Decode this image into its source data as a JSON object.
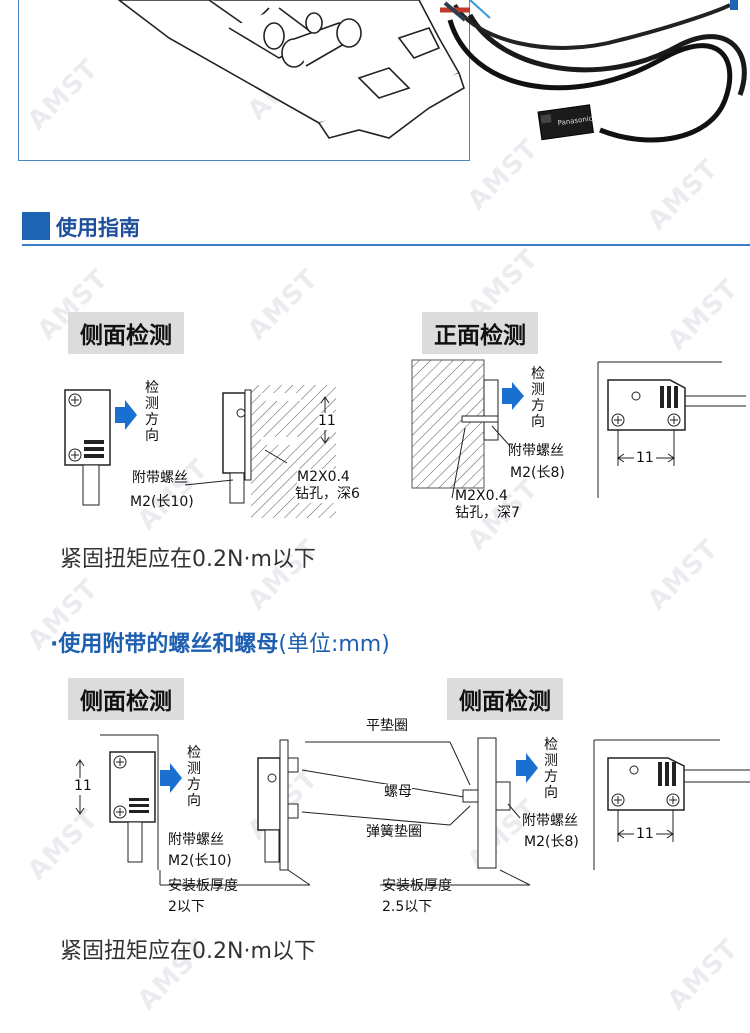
{
  "section": {
    "title": "使用指南"
  },
  "top_diagram": {
    "device_brand": "Panasonic"
  },
  "side_detect": {
    "tag": "侧面检测",
    "direction_label": [
      "检",
      "测",
      "方",
      "向"
    ],
    "screw_label": "附带螺丝",
    "screw_size": "M2(长10)",
    "dimension": "11",
    "hole_label_1": "M2X0.4",
    "hole_label_2": "钻孔，深6"
  },
  "front_detect": {
    "tag": "正面检测",
    "direction_label": [
      "检",
      "测",
      "方",
      "向"
    ],
    "screw_label": "附带螺丝",
    "screw_size": "M2(长8)",
    "hole_label_1": "M2X0.4",
    "hole_label_2": "钻孔，深7",
    "dimension": "11"
  },
  "torque_1": "紧固扭矩应在0.2N·m以下",
  "nut_section": {
    "title": "使用附带的螺丝和螺母",
    "unit": "(单位:mm)"
  },
  "side_detect_2": {
    "tag": "侧面检测",
    "direction_label": [
      "检",
      "测",
      "方",
      "向"
    ],
    "dimension": "11",
    "screw_label": "附带螺丝",
    "screw_size": "M2(长10)",
    "plate_label": "安装板厚度",
    "plate_value": "2以下"
  },
  "side_detect_3": {
    "tag": "侧面检测",
    "direction_label": [
      "检",
      "测",
      "方",
      "向"
    ],
    "screw_label": "附带螺丝",
    "screw_size": "M2(长8)",
    "plate_label": "安装板厚度",
    "plate_value": "2.5以下",
    "dimension": "11"
  },
  "callouts": {
    "flat_washer": "平垫圈",
    "nut": "螺母",
    "spring_washer": "弹簧垫圈"
  },
  "torque_2": "紧固扭矩应在0.2N·m以下",
  "watermark": "AMST",
  "colors": {
    "accent": "#1e64b4",
    "arrow": "#1a6fd0",
    "tag_bg": "#dcdcdc"
  }
}
